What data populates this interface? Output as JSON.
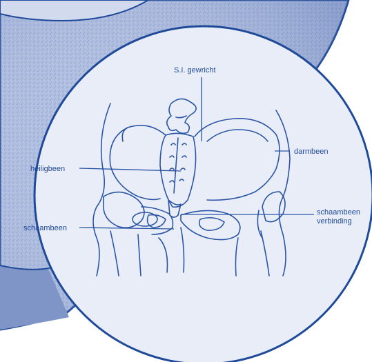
{
  "colors": {
    "background": "#ffffff",
    "outer_fill": "#a9b9dc",
    "outer_shadow": "#6f87c1",
    "circle_fill": "#e9edf7",
    "outline": "#1f4a9a"
  },
  "labels": {
    "si_joint": "S.I. gewricht",
    "iliac": "darmbeen",
    "sacrum": "heiligbeen",
    "pubic_symphysis_line1": "schaambeen",
    "pubic_symphysis_line2": "verbinding",
    "pubis": "schaambeen"
  }
}
